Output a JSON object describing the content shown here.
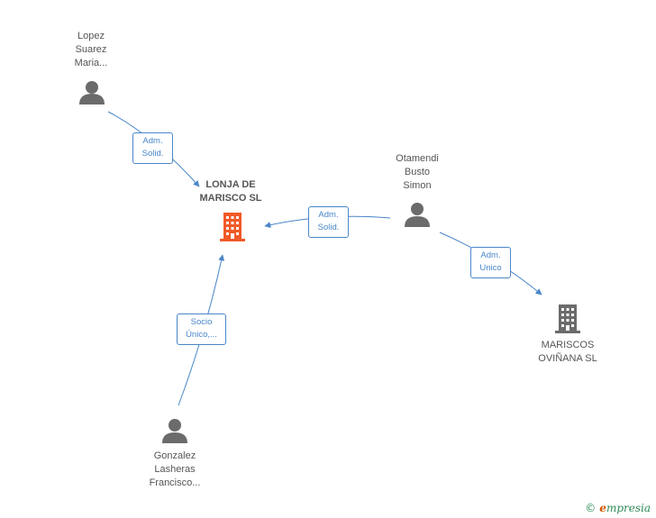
{
  "colors": {
    "edge": "#4a86c8",
    "person": "#6b6b6b",
    "company_main": "#f05a28",
    "company_other": "#6b6b6b"
  },
  "nodes": {
    "lopez": {
      "label": "Lopez\nSuarez\nMaria...",
      "icon": "person-icon"
    },
    "otamendi": {
      "label": "Otamendi\nBusto\nSimon",
      "icon": "person-icon"
    },
    "gonzalez": {
      "label": "Gonzalez\nLasheras\nFrancisco...",
      "icon": "person-icon"
    },
    "lonja": {
      "label": "LONJA DE\nMARISCO SL",
      "icon": "building-icon"
    },
    "mariscos": {
      "label": "MARISCOS\nOVIÑANA SL",
      "icon": "building-icon"
    }
  },
  "edges": {
    "lopez_lonja": "Adm.\nSolid.",
    "otamendi_lonja": "Adm.\nSolid.",
    "otamendi_mariscos": "Adm.\nUnico",
    "gonzalez_lonja": "Socio\nÚnico,..."
  },
  "brand": {
    "copyright": "©",
    "initial": "e",
    "name": "mpresia"
  }
}
